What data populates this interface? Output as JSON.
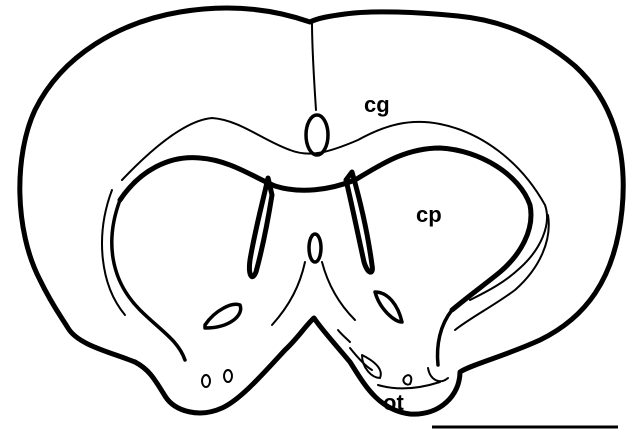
{
  "labels": {
    "cg": "cg",
    "cp": "cp",
    "ot": "ot"
  },
  "colors": {
    "stroke": "#000000",
    "background": "#ffffff"
  }
}
